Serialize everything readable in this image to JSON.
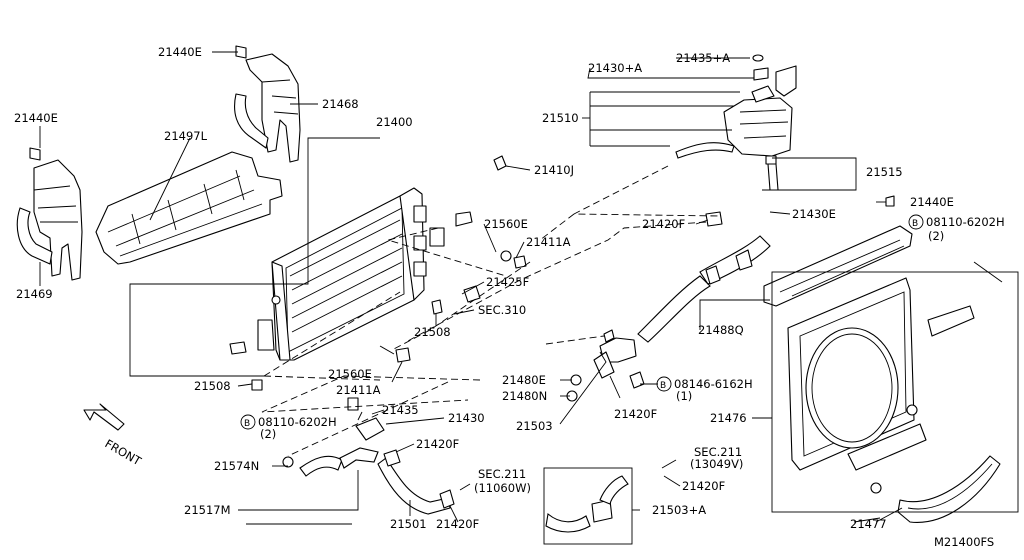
{
  "diagram_code": "M21400FS",
  "front_arrow_label": "FRONT",
  "callouts": {
    "c21440e_a": "21440E",
    "c21468": "21468",
    "c21440e_b": "21440E",
    "c21497l": "21497L",
    "c21469": "21469",
    "c21400": "21400",
    "c21410j": "21410J",
    "c21560e_a": "21560E",
    "c21411a_a": "21411A",
    "c21425f": "21425F",
    "c_sec310": "SEC.310",
    "c21508_a": "21508",
    "c21560e_b": "21560E",
    "c21411a_b": "21411A",
    "c21508_b": "21508",
    "c21430_plus_a": "21430+A",
    "c21435_plus_a": "21435+A",
    "c21510": "21510",
    "c21515": "21515",
    "c21430e": "21430E",
    "c21440e_c": "21440E",
    "c08110_a": "08110-6202H",
    "c08110_a_qty": "(2)",
    "c21420f_a": "21420F",
    "c21488q": "21488Q",
    "c21480e": "21480E",
    "c21480n": "21480N",
    "c08146": "08146-6162H",
    "c08146_qty": "(1)",
    "c21420f_b": "21420F",
    "c21503": "21503",
    "c21476": "21476",
    "c08110_b": "08110-6202H",
    "c08110_b_qty": "(2)",
    "c21435": "21435",
    "c21430": "21430",
    "c21420f_c": "21420F",
    "c21574n": "21574N",
    "c_sec211_a": "SEC.211",
    "c_sec211_a_ref": "(11060W)",
    "c21517m": "21517M",
    "c21501": "21501",
    "c21420f_d": "21420F",
    "c_sec211_b": "SEC.211",
    "c_sec211_b_ref": "(13049V)",
    "c21420f_e": "21420F",
    "c21503_plus_a": "21503+A",
    "c21477": "21477",
    "bolt_symbol": "B"
  }
}
